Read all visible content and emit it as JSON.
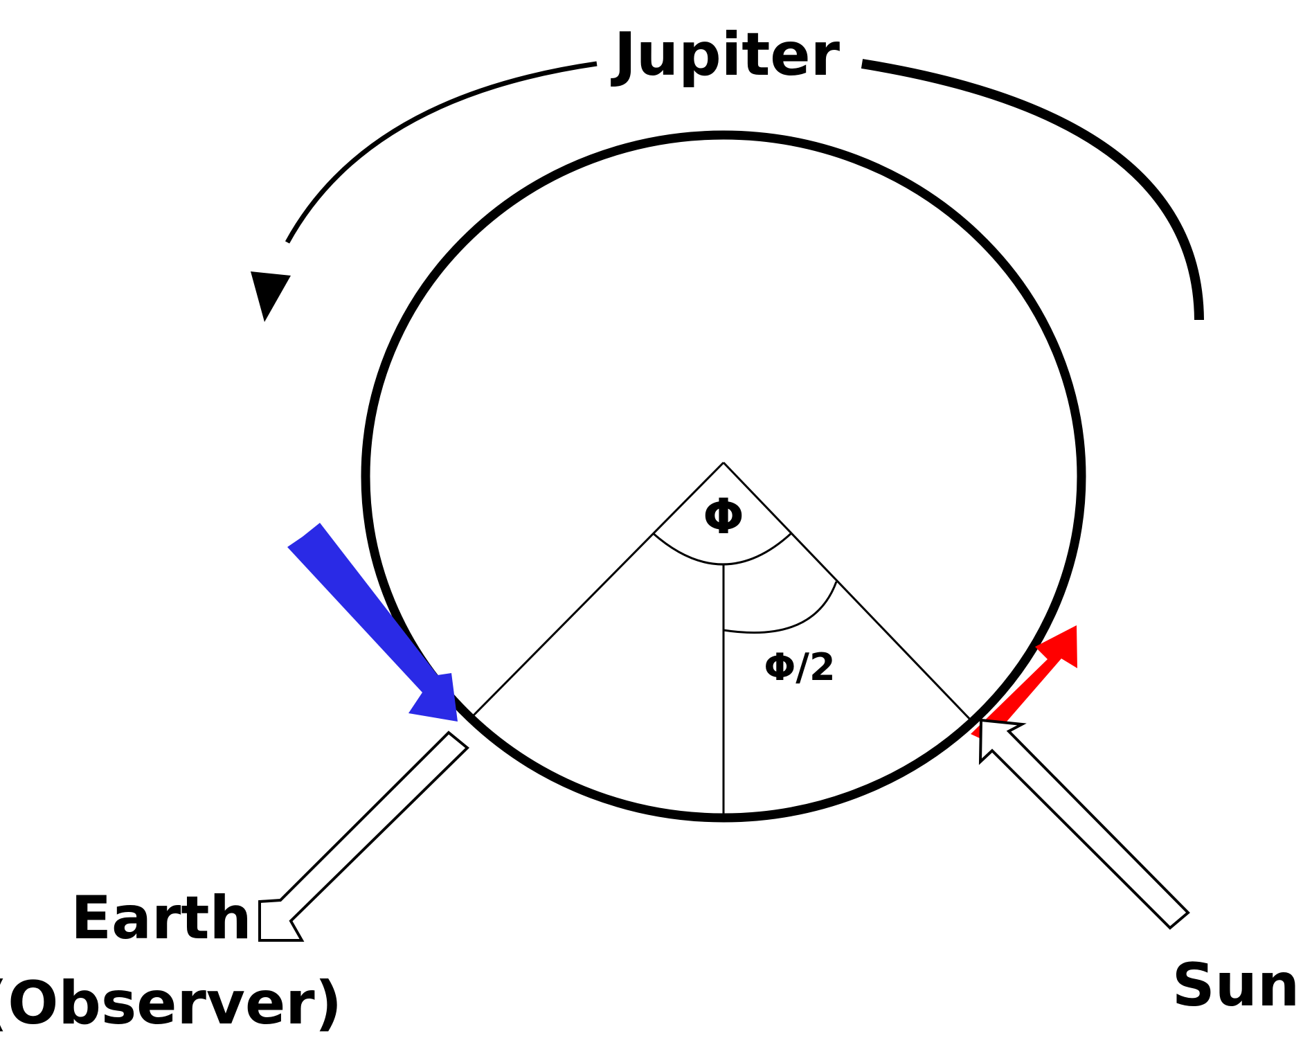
{
  "labels": {
    "planet": "Jupiter",
    "observer_line1": "Earth",
    "observer_line2": "(Observer)",
    "light_source": "Sun",
    "phase_angle": "Φ",
    "half_phase_angle": "Φ/2"
  },
  "colors": {
    "outline": "#000000",
    "incident_arrow": "#2a2ae6",
    "outgoing_arrow": "#ff0000",
    "hollow_arrow_fill": "#ffffff"
  }
}
